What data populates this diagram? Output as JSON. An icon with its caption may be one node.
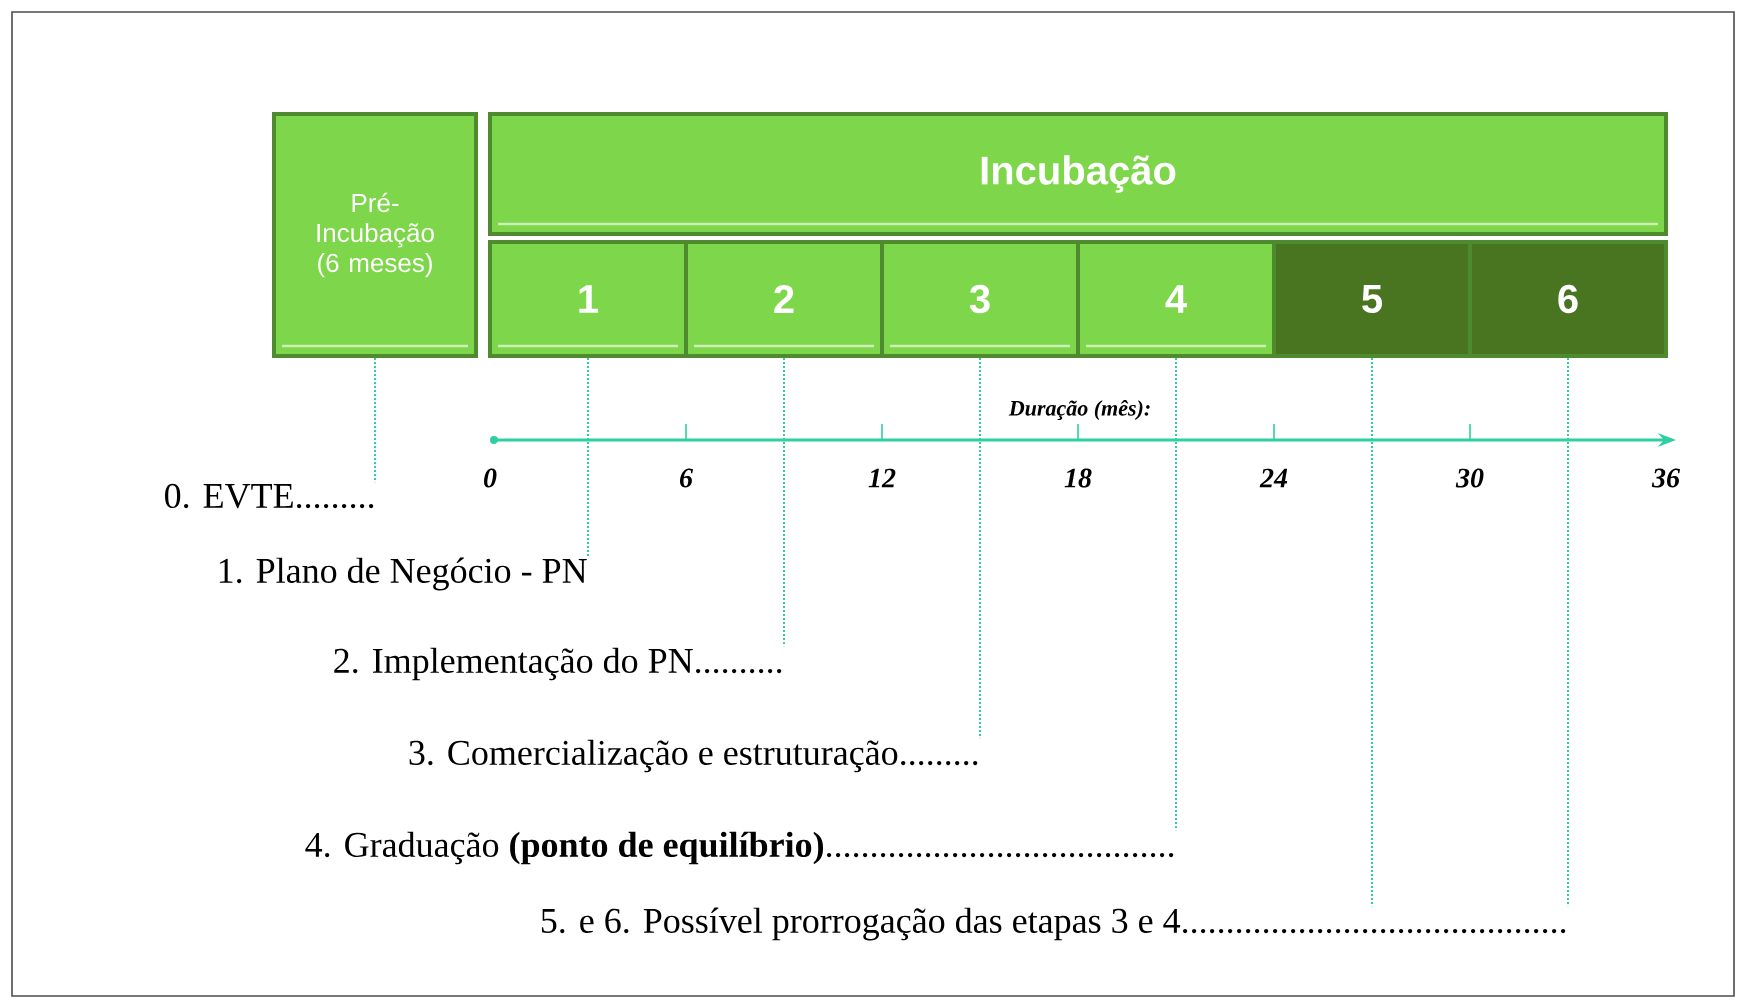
{
  "diagram": {
    "nodes": [
      {
        "text": [
          "Pré-Incubação (6 meses)"
        ]
      },
      {
        "text": [
          "Incubação"
        ]
      },
      {
        "text": [
          "1"
        ]
      },
      {
        "text": [
          "2"
        ]
      },
      {
        "text": [
          "3"
        ]
      },
      {
        "text": [
          "4"
        ]
      },
      {
        "text": [
          "5"
        ]
      },
      {
        "text": [
          "6"
        ]
      },
      {
        "text": [
          "0. EVTE........."
        ]
      },
      {
        "text": [
          "1. Plano de Negócio - PN"
        ]
      },
      {
        "text": [
          "2. Implementação do PN.........."
        ]
      },
      {
        "text": [
          "3. Comercialização e estruturação........."
        ]
      },
      {
        "text": [
          "4. Graduação **(ponto de equilíbrio)**......................................."
        ]
      },
      {
        "text": [
          "5. e  6. Possível prorrogação das etapas 3 e 4..........................................."
        ]
      }
    ],
    "edges": [
      {
        "from": 0,
        "to": 8,
        "arrow": "none",
        "style": "dashed"
      },
      {
        "from": 2,
        "to": 9,
        "arrow": "none",
        "style": "dashed"
      },
      {
        "from": 3,
        "to": 10,
        "arrow": "none",
        "style": "dashed"
      },
      {
        "from": 4,
        "to": 11,
        "arrow": "none",
        "style": "dashed"
      },
      {
        "from": 5,
        "to": 12,
        "arrow": "none",
        "style": "dashed"
      },
      {
        "from": 6,
        "to": 13,
        "arrow": "none",
        "style": "dashed"
      },
      {
        "from": 7,
        "to": 13,
        "arrow": "none",
        "style": "dashed"
      }
    ],
    "labels": [
      "Duração (mês):",
      "0",
      "6",
      "12",
      "18",
      "24",
      "30",
      "36"
    ]
  }
}
